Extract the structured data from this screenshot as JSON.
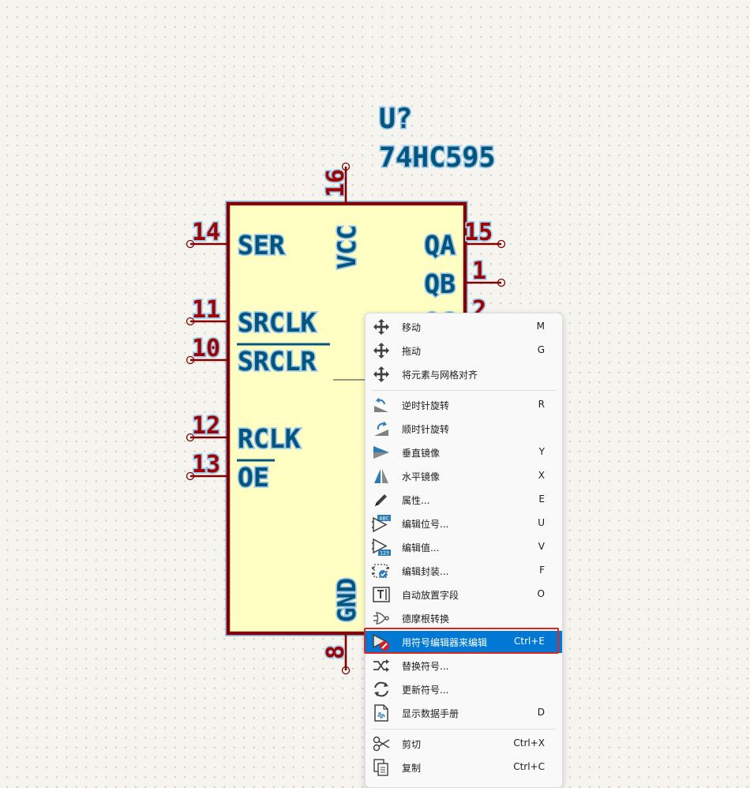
{
  "component": {
    "reference": "U?",
    "value": "74HC595",
    "pins_left": [
      {
        "number": "14",
        "name": "SER",
        "overbar": false
      },
      {
        "number": "11",
        "name": "SRCLK",
        "overbar": false
      },
      {
        "number": "10",
        "name": "SRCLR",
        "overbar": true
      },
      {
        "number": "12",
        "name": "RCLK",
        "overbar": false
      },
      {
        "number": "13",
        "name": "OE",
        "overbar": true
      }
    ],
    "pins_right": [
      {
        "number": "15",
        "name": "QA"
      },
      {
        "number": "1",
        "name": "QB"
      },
      {
        "number": "2",
        "name": "QC"
      }
    ],
    "pin_top": {
      "number": "16",
      "name": "VCC"
    },
    "pin_bottom": {
      "number": "8",
      "name": "GND"
    }
  },
  "context_menu": {
    "items": [
      {
        "label": "移动",
        "shortcut": "M",
        "icon": "move-icon"
      },
      {
        "label": "拖动",
        "shortcut": "G",
        "icon": "drag-icon"
      },
      {
        "label": "将元素与网格对齐",
        "shortcut": "",
        "icon": "align-grid-icon"
      },
      {
        "separator": true
      },
      {
        "label": "逆时针旋转",
        "shortcut": "R",
        "icon": "rotate-ccw-icon"
      },
      {
        "label": "顺时针旋转",
        "shortcut": "",
        "icon": "rotate-cw-icon"
      },
      {
        "label": "垂直镜像",
        "shortcut": "Y",
        "icon": "mirror-vertical-icon"
      },
      {
        "label": "水平镜像",
        "shortcut": "X",
        "icon": "mirror-horizontal-icon"
      },
      {
        "label": "属性...",
        "shortcut": "E",
        "icon": "properties-icon"
      },
      {
        "label": "编辑位号...",
        "shortcut": "U",
        "icon": "edit-reference-icon"
      },
      {
        "label": "编辑值...",
        "shortcut": "V",
        "icon": "edit-value-icon"
      },
      {
        "label": "编辑封装...",
        "shortcut": "F",
        "icon": "edit-footprint-icon"
      },
      {
        "label": "自动放置字段",
        "shortcut": "O",
        "icon": "autoplace-fields-icon"
      },
      {
        "label": "德摩根转换",
        "shortcut": "",
        "icon": "demorgan-icon"
      },
      {
        "label": "用符号编辑器来编辑",
        "shortcut": "Ctrl+E",
        "icon": "symbol-editor-icon",
        "highlighted": true
      },
      {
        "label": "替换符号...",
        "shortcut": "",
        "icon": "change-symbol-icon"
      },
      {
        "label": "更新符号...",
        "shortcut": "",
        "icon": "update-symbol-icon"
      },
      {
        "label": "显示数据手册",
        "shortcut": "D",
        "icon": "datasheet-icon"
      },
      {
        "separator": true
      },
      {
        "label": "剪切",
        "shortcut": "Ctrl+X",
        "icon": "cut-icon"
      },
      {
        "label": "复制",
        "shortcut": "Ctrl+C",
        "icon": "copy-icon"
      }
    ]
  },
  "colors": {
    "body_fill": "#ffffc4",
    "outline": "#840000",
    "pin_text": "#04557e",
    "pin_number": "#a00000",
    "halo": "#9bc8ea",
    "highlight": "#0078d4",
    "annotation_box": "#e0251f"
  }
}
